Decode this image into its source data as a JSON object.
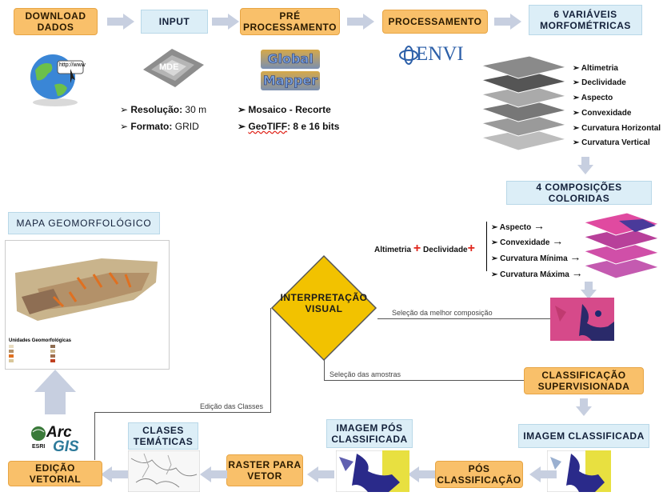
{
  "steps": {
    "download": "DOWNLOAD\nDADOS",
    "input": "INPUT",
    "pre": "PRÉ\nPROCESSAMENTO",
    "proc": "PROCESSAMENTO",
    "vars": "6 VARIÁVEIS\nMORFOMÉTRICAS",
    "compos": "4 COMPOSIÇÕES COLORIDAS",
    "mapa": "MAPA GEOMORFOLÓGICO",
    "interp": "INTERPRETAÇÃO\nVISUAL",
    "classif": "CLASSIFICAÇÃO\nSUPERVISIONADA",
    "img_class": "IMAGEM CLASSIFICADA",
    "pos": "PÓS\nCLASSIFICAÇÃO",
    "img_pos": "IMAGEM PÓS\nCLASSIFICADA",
    "raster": "RASTER PARA\nVETOR",
    "clases": "CLASES\nTEMÁTICAS",
    "edicao": "EDIÇÃO VETORIAL"
  },
  "input_info": {
    "mde_label": "MDE",
    "res_label": "Resolução:",
    "res_value": "30 m",
    "fmt_label": "Formato:",
    "fmt_value": "GRID"
  },
  "pre_info": {
    "logo_line1": "Global",
    "logo_line2": "Mapper",
    "item1": "Mosaico  - Recorte",
    "item2_a": "GeoTIFF",
    "item2_b": ": 8 e 16 bits"
  },
  "envi_logo": "ENVI",
  "www_label": "http://www",
  "variables": [
    "Altimetria",
    "Declividade",
    "Aspecto",
    "Convexidade",
    "Curvatura Horizontal",
    "Curvatura Vertical"
  ],
  "composition": {
    "altimetria": "Altimetria",
    "declividade": "Declividade",
    "items": [
      "Aspecto",
      "Convexidade",
      "Curvatura Mínima",
      "Curvatura Máxima"
    ]
  },
  "flow_labels": {
    "melhor": "Seleção da melhor composição",
    "amostras": "Seleção das amostras",
    "edicao_classes": "Edição das Classes"
  },
  "arcgis": {
    "arc": "Arc",
    "gis": "GIS",
    "esri": "ESRI"
  },
  "map_legend": {
    "title": "Unidades Geomorfológicas"
  },
  "colors": {
    "orange": "#f9c06a",
    "blue": "#dceef7",
    "arrow": "#c7cfe0",
    "diamond": "#f2c200",
    "plus": "#e0261c"
  }
}
